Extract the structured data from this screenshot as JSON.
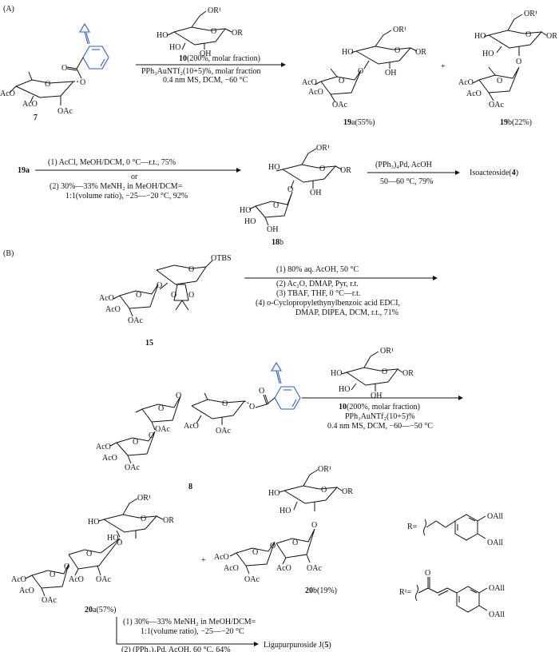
{
  "panels": {
    "A": "(A)",
    "B": "(B)"
  },
  "common": {
    "OAc": "OAc",
    "AcO": "AcO",
    "HO": "HO",
    "OH": "OH",
    "O": "O",
    "OR": "OR",
    "OR1": "OR¹",
    "OTBS": "OTBS",
    "O_ester": "O",
    "OAll": "OAll"
  },
  "compounds": {
    "c7": "7",
    "c19a_num": "19",
    "c19a_suffix": "a(55%)",
    "c19b_num": "19",
    "c19b_suffix": "b(22%)",
    "c19a_ref": "19a",
    "c18b_num": "18",
    "c18b_suffix": "b",
    "c15": "15",
    "c8": "8",
    "c20a_num": "20",
    "c20a_suffix": "a(57%)",
    "c20b_num": "20",
    "c20b_suffix": "b(19%)",
    "plus1": "+",
    "plus2": "+",
    "R_label": "R=",
    "R1_label": "R¹="
  },
  "conditions": {
    "r1_top_num": "10",
    "r1_top_rest": "(200%, molar fraction)",
    "r1_line2": "PPh₃AuNTf₂(10+5)%, molar fraction",
    "r1_line3": "0.4 nm MS, DCM, −60 °C",
    "r2_line1": "(1) AcCl, MeOH/DCM, 0 °C—r.t., 75%",
    "r2_or": "or",
    "r2_line2": "(2) 30%—33% MeNH₂ in MeOH/DCM=",
    "r2_line3": "1:1(volume ratio), −25—−20 °C, 92%",
    "r3_line1": "(PPh₃)₄Pd, AcOH",
    "r3_line2": "50—60 °C, 79%",
    "r3_product_name": "Isoacteoside(",
    "r3_product_num": "4",
    "r3_product_close": ")",
    "r4_line1": "(1) 80% aq. AcOH, 50 °C",
    "r4_line2": "(2) Ac₂O, DMAP, Pyr, r.t.",
    "r4_line3": "(3) TBAF, THF, 0 °C—r.t.",
    "r4_line4": "(4) o-Cyclopropylethynylbenzoic acid EDCI,",
    "r4_line5": "DMAP, DIPEA, DCM, r.t., 71%",
    "r5_top_num": "10",
    "r5_top_rest": "(200%, molar fraction)",
    "r5_line2": "PPh₃AuNTf₂(10+5)%",
    "r5_line3": "0.4 nm MS, DCM, −60—−50 °C",
    "r6_line1": "(1) 30%—33% MeNH₂ in MeOH/DCM=",
    "r6_line2": "1:1(volume ratio), −25—−20 °C",
    "r6_line3": "(2) (PPh₃)₄Pd, AcOH, 60 °C, 64%",
    "r6_product_name": "Ligupurpuroside J(",
    "r6_product_num": "5",
    "r6_product_close": ")"
  },
  "colors": {
    "highlight": "#2a5fd0",
    "ink": "#111111"
  }
}
